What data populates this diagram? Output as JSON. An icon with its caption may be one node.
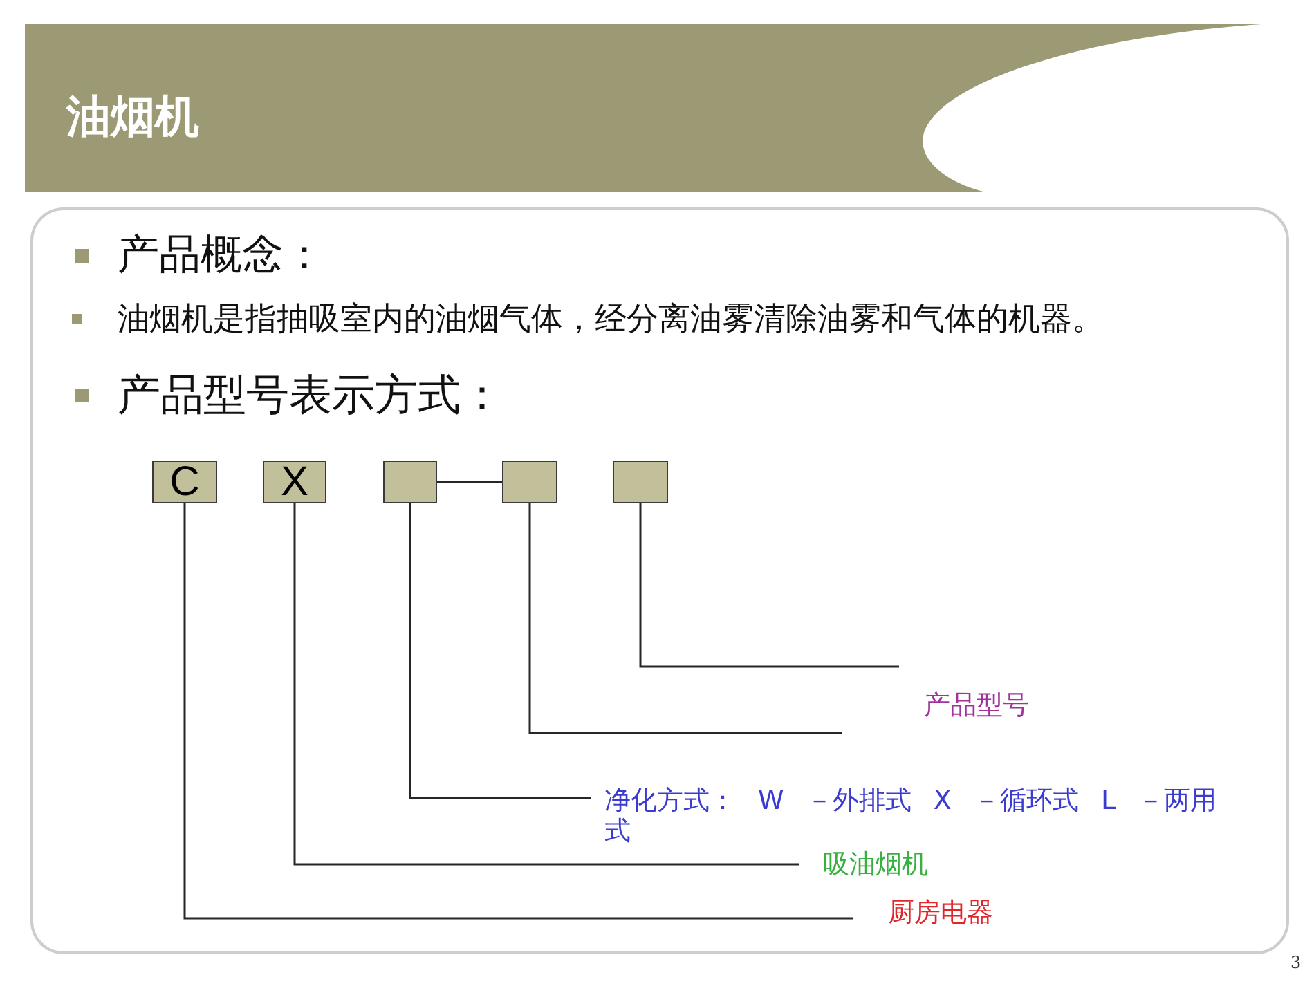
{
  "diagram": {
    "title": "油烟机",
    "nodes": [
      {
        "text": [
          "C"
        ]
      },
      {
        "text": [
          "X"
        ]
      },
      {
        "text": [],
        "shape": "box"
      },
      {
        "text": [],
        "shape": "box"
      },
      {
        "text": [],
        "shape": "box"
      },
      {
        "text": [
          "产品型号"
        ]
      },
      {
        "text": [
          "净化方式： W －外排式 X －循环式 L －两用式"
        ]
      },
      {
        "text": [
          "吸油烟机"
        ]
      },
      {
        "text": [
          "厨房电器"
        ]
      }
    ],
    "edges": [
      {
        "from": 5,
        "to": 4,
        "arrow": "none"
      },
      {
        "from": null,
        "to": 3,
        "arrow": "none"
      },
      {
        "from": 6,
        "to": 2,
        "arrow": "none"
      },
      {
        "from": 7,
        "to": 1,
        "arrow": "none"
      },
      {
        "from": 8,
        "to": 0,
        "arrow": "none"
      },
      {
        "from": 2,
        "to": 3,
        "arrow": "none"
      }
    ],
    "labels": [
      "产品概念：",
      "油烟机是指抽吸室内的油烟气体，经分离油雾清除油雾和气体的机器。",
      "产品型号表示方式：",
      "3"
    ]
  }
}
